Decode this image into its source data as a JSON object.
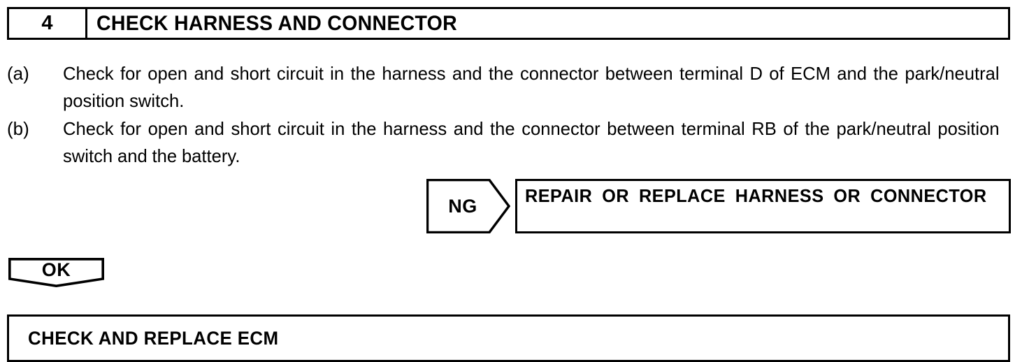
{
  "step_header": {
    "number": "4",
    "title": "CHECK HARNESS AND CONNECTOR"
  },
  "procedure": {
    "items": [
      {
        "label": "(a)",
        "text": "Check for open and short circuit in the harness and the connector between terminal D of ECM and the park/neutral position switch."
      },
      {
        "label": "(b)",
        "text": "Check for open and short circuit in the harness and the connector between terminal RB of the park/neu­tral position switch and the battery."
      }
    ]
  },
  "branches": {
    "ng": {
      "label": "NG",
      "result": "REPAIR OR REPLACE HARNESS OR CONNECTOR"
    },
    "ok": {
      "label": "OK",
      "result": "CHECK AND REPLACE ECM"
    }
  },
  "colors": {
    "ink": "#000000",
    "paper": "#ffffff"
  }
}
